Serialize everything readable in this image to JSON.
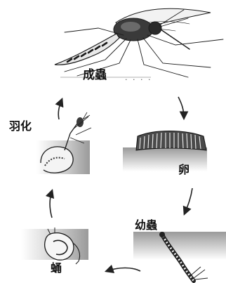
{
  "diagram": {
    "labels": {
      "adult": "成蟲",
      "adult_trailing": "·  ·  ·  ·",
      "emergence": "羽化",
      "egg": "卵",
      "larva": "幼蟲",
      "pupa": "蛹"
    },
    "colors": {
      "ink": "#1a1a1a",
      "water": "#bdbdbd",
      "water_dark": "#8f8f8f",
      "paper": "#ffffff"
    }
  }
}
